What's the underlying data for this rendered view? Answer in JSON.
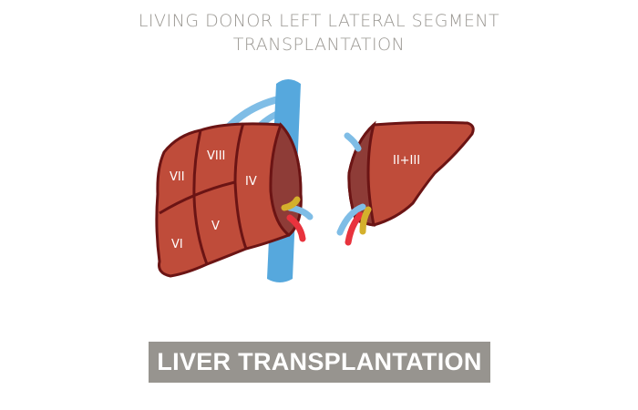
{
  "header": {
    "title_line1": "LIVING DONOR LEFT LATERAL SEGMENT",
    "title_line2": "TRANSPLANTATION"
  },
  "diagram": {
    "segments_left": [
      "VII",
      "VIII",
      "IV",
      "VI",
      "V"
    ],
    "segment_right": "II+III",
    "colors": {
      "liver": "#bf4c3a",
      "liver_cut": "#8e3c37",
      "outline": "#6b1414",
      "vein": "#56a8dd",
      "vein_light": "#7fbde6",
      "artery": "#e8333d",
      "bile_duct": "#d4b02c"
    }
  },
  "banner": {
    "label": "LIVER TRANSPLANTATION"
  }
}
